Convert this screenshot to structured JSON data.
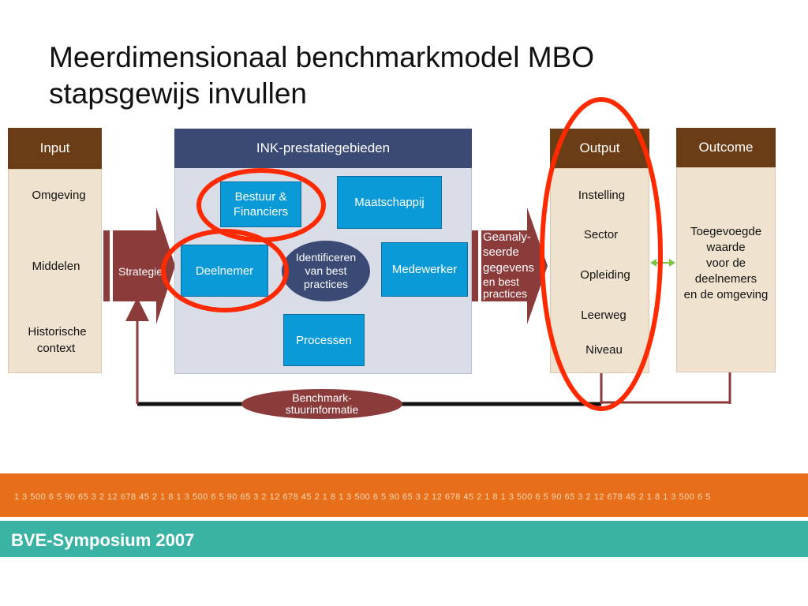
{
  "title": {
    "line1": "Meerdimensionaal benchmarkmodel MBO",
    "line2": "stapsgewijs invullen"
  },
  "input": {
    "header": "Input",
    "items": [
      "Omgeving",
      "Middelen",
      "Historische",
      "context"
    ]
  },
  "strategie": "Strategie",
  "ink": {
    "header": "INK-prestatiegebieden",
    "bestuur_line1": "Bestuur &",
    "bestuur_line2": "Financiers",
    "maatschappij": "Maatschappij",
    "deelnemer": "Deelnemer",
    "identificeren_line1": "Identificeren",
    "identificeren_line2": "van best",
    "identificeren_line3": "practices",
    "medewerker": "Medewerker",
    "processen": "Processen"
  },
  "geanalyseerde": {
    "line1": "Geanaly-",
    "line2": "seerde",
    "line3": "gegevens",
    "line4": "en best",
    "line5": "practices"
  },
  "output": {
    "header": "Output",
    "items": [
      "Instelling",
      "Sector",
      "Opleiding",
      "Leerweg",
      "Niveau"
    ]
  },
  "outcome": {
    "header": "Outcome",
    "lines": [
      "Toegevoegde",
      "waarde",
      "voor de",
      "deelnemers",
      "en de omgeving"
    ]
  },
  "benchmark": {
    "line1": "Benchmark-",
    "line2": "stuurinformatie"
  },
  "footer": {
    "digits": "1 3 500 6 5 90 65 3 2 12 678 45 2 1 8 1 3 500 6 5 90 65 3 2 12 678 45 2 1 8 1 3 500 6 5 90 65 3 2 12 678 45 2 1 8 1 3 500 6 5 90 65 3 2 12 678 45 2 1 8 1 3 500 6 5",
    "symposium": "BVE-Symposium 2007"
  },
  "colors": {
    "brown": "#6b3d17",
    "navy": "#3a4a74",
    "blue": "#0a9ad8",
    "maroon": "#8c3b3b",
    "red_highlight": "#ff2a00",
    "orange": "#e86f1a",
    "teal": "#3bb3a4",
    "green_arrow": "#7dc242"
  }
}
